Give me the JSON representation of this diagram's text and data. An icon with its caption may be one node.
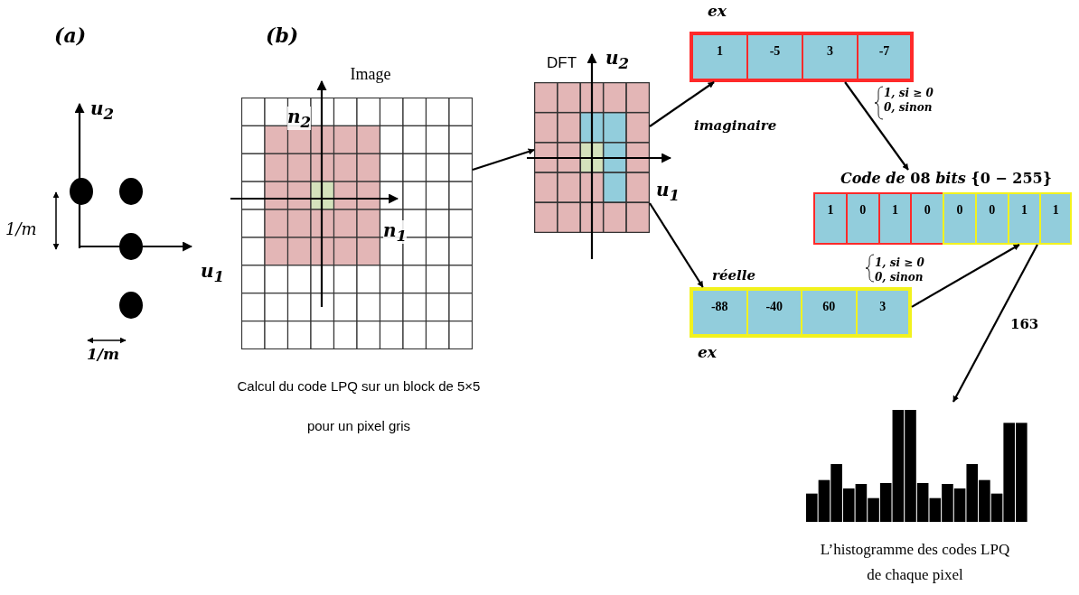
{
  "diagram": {
    "nodes": [
      {
        "text": [
          "Image"
        ],
        "beside": [
          "Calcul du code LPQ sur un block de 5×5 pour un pixel gris"
        ]
      },
      {
        "text": [
          "DFT"
        ]
      },
      {
        "text": [],
        "shape": "box"
      },
      {
        "text": [
          "1"
        ],
        "in": 2
      },
      {
        "text": [
          "-5"
        ],
        "in": 2
      },
      {
        "text": [
          "3"
        ],
        "in": 2
      },
      {
        "text": [
          "-7"
        ],
        "in": 2
      },
      {
        "text": [
          "*Code de* 08 *bits* {0 − 255}"
        ]
      },
      {
        "text": [
          "1"
        ],
        "in": 7
      },
      {
        "text": [
          "0"
        ],
        "in": 7
      },
      {
        "text": [
          "1"
        ],
        "in": 7
      },
      {
        "text": [
          "0"
        ],
        "in": 7
      },
      {
        "text": [
          "0"
        ],
        "in": 7
      },
      {
        "text": [
          "0"
        ],
        "in": 7
      },
      {
        "text": [
          "1"
        ],
        "in": 7
      },
      {
        "text": [
          "1"
        ],
        "in": 7
      },
      {
        "text": [],
        "shape": "box"
      },
      {
        "text": [
          "-88"
        ],
        "in": 16
      },
      {
        "text": [
          "-40"
        ],
        "in": 16
      },
      {
        "text": [
          "60"
        ],
        "in": 16
      },
      {
        "text": [
          "3"
        ],
        "in": 16
      },
      {
        "text": [],
        "shape": "picture",
        "beside": [
          "L’histogramme des codes LPQ de chaque pixel"
        ]
      }
    ],
    "edges": [
      {
        "from": 0,
        "to": 1,
        "arrow": "to"
      },
      {
        "from": 1,
        "to": 2,
        "arrow": "to",
        "label": "imaginaire"
      },
      {
        "from": 1,
        "to": 16,
        "arrow": "to",
        "label": "réelle"
      },
      {
        "from": 2,
        "to": 7,
        "arrow": "to",
        "label": "1, si ≥ 0 0, sinon"
      },
      {
        "from": 16,
        "to": 7,
        "arrow": "to",
        "label": "1, si ≥ 0 0, sinon"
      },
      {
        "from": 7,
        "to": 21,
        "arrow": "to",
        "label": "163"
      }
    ],
    "labels": [
      "(a)",
      "(b)",
      "u$_{2}$",
      "1/m",
      "1/m",
      "n$_{2}$",
      "n$_{1}$",
      "u$_{1}$",
      "u$_{2}$",
      "u$_{1}$",
      "ex",
      "ex"
    ]
  }
}
